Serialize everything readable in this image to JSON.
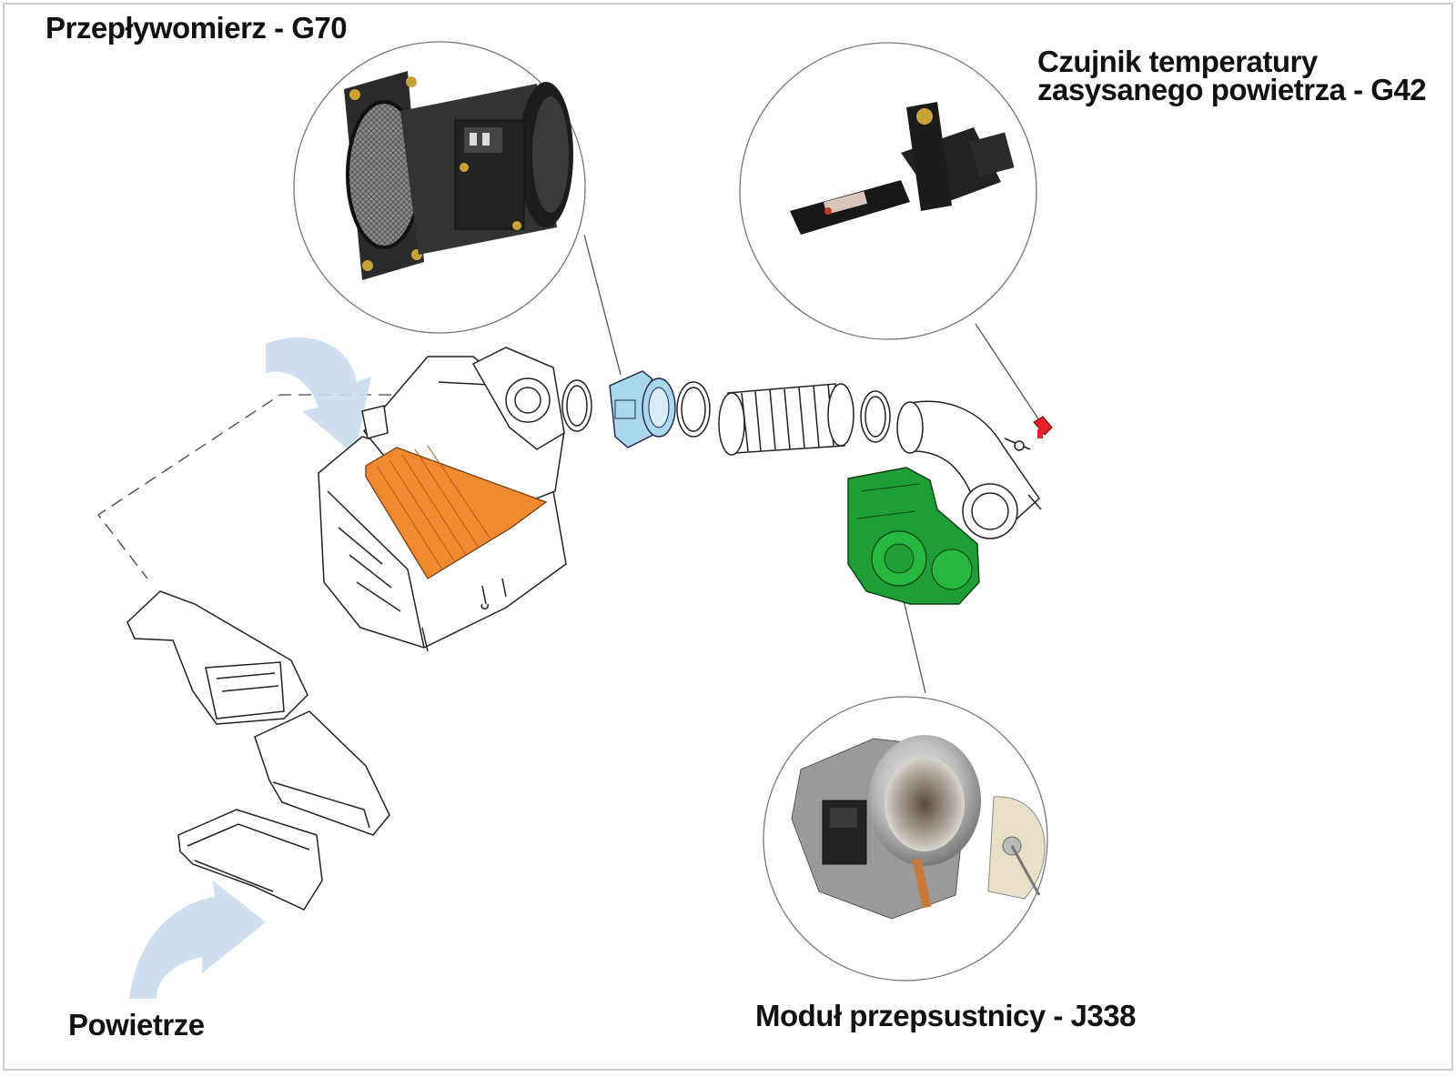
{
  "labels": {
    "maf": "Przepływomierz - G70",
    "iat_line1": "Czujnik temperatury",
    "iat_line2": "zasysanego powietrza - G42",
    "throttle": "Moduł przepsustnicy - J338",
    "air": "Powietrze"
  },
  "colors": {
    "filter": "#f08a30",
    "maf_housing": "#a9d8ea",
    "throttle_body": "#1e9e34",
    "sensor": "#e8202a",
    "air_arrow": "#c9dcee",
    "outline": "#222222",
    "frame_border": "#bbbbbb"
  },
  "icons": [
    "maf-sensor-photo",
    "iat-sensor-photo",
    "throttle-body-photo",
    "air-flow-arrow"
  ]
}
